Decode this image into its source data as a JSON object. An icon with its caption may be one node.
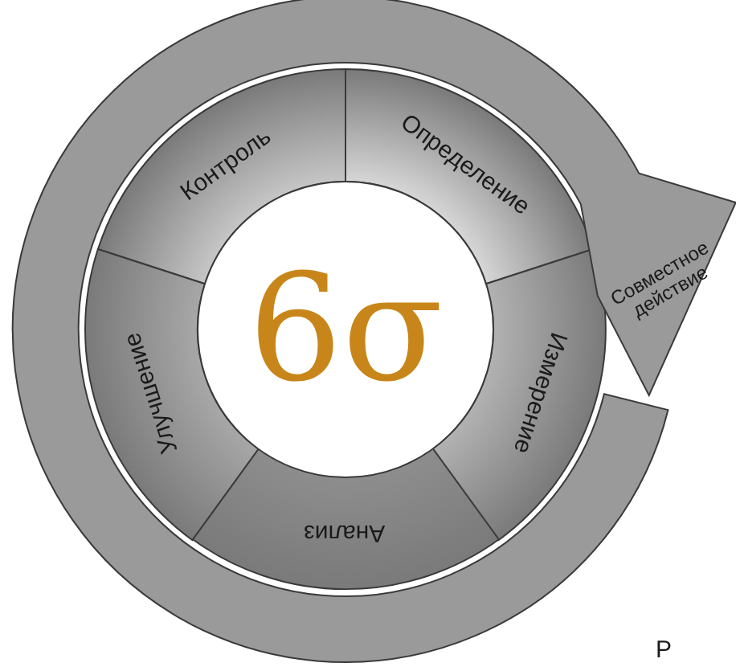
{
  "diagram": {
    "nodes": [
      {
        "text": [
          "Контроль"
        ]
      },
      {
        "text": [
          "Определение"
        ]
      },
      {
        "text": [
          "6σ"
        ]
      },
      {
        "text": [
          "Совместное действие"
        ]
      },
      {
        "text": [
          "Улучшение"
        ]
      },
      {
        "text": [
          "Измерение"
        ]
      },
      {
        "text": [
          "Анализ"
        ]
      }
    ],
    "edges": [],
    "labels": [
      "Р"
    ]
  }
}
